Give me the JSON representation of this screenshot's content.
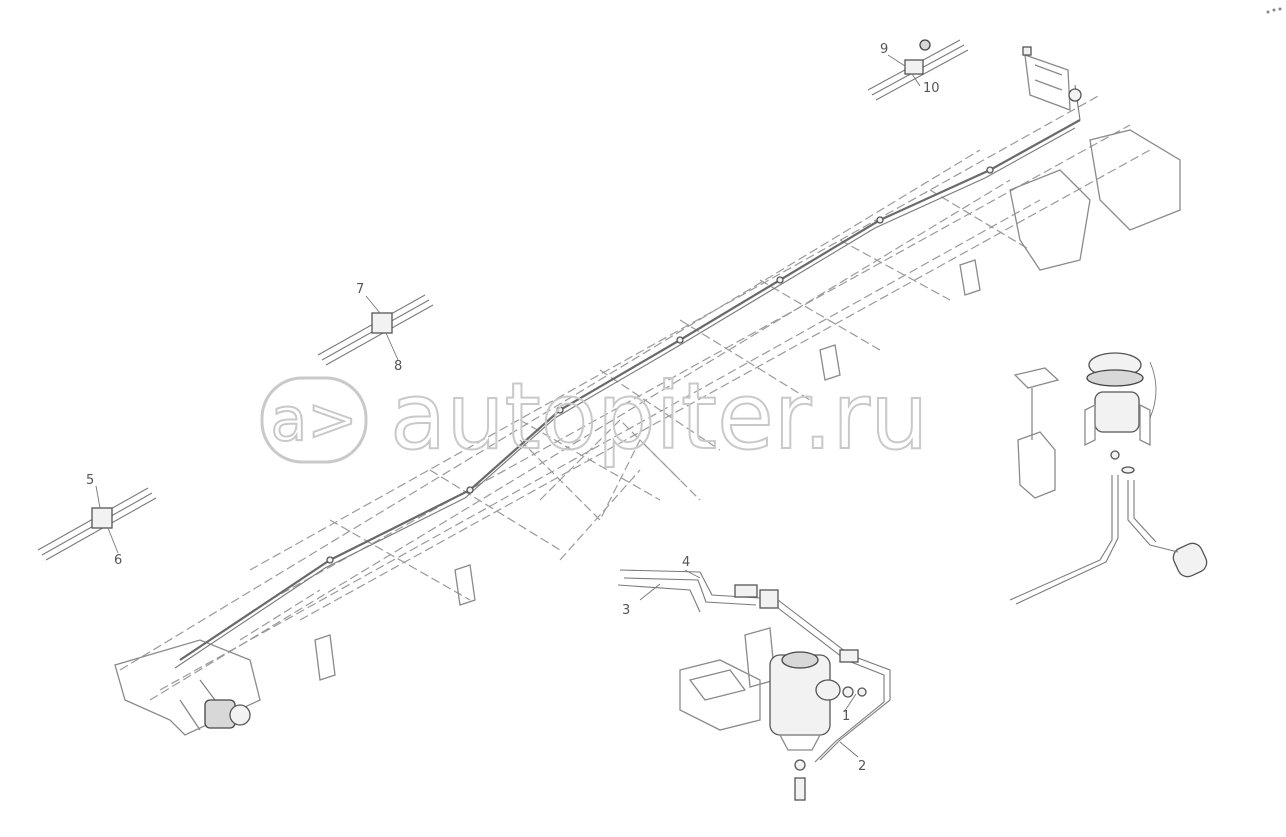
{
  "watermark": {
    "text": "autopiter.ru",
    "logo_glyph": "a>"
  },
  "callouts": [
    {
      "id": "c1",
      "label": "1"
    },
    {
      "id": "c2",
      "label": "2"
    },
    {
      "id": "c3",
      "label": "3"
    },
    {
      "id": "c4",
      "label": "4"
    },
    {
      "id": "c5",
      "label": "5"
    },
    {
      "id": "c6",
      "label": "6"
    },
    {
      "id": "c7",
      "label": "7"
    },
    {
      "id": "c8",
      "label": "8"
    },
    {
      "id": "c9",
      "label": "9"
    },
    {
      "id": "c10",
      "label": "10"
    }
  ],
  "icons": {
    "logo": "autopiter-logo-icon",
    "corner_mark": "corner-mark-icon"
  },
  "colors": {
    "line": "#6a6a6a",
    "watermark": "#c9c9c9",
    "background": "#ffffff"
  }
}
